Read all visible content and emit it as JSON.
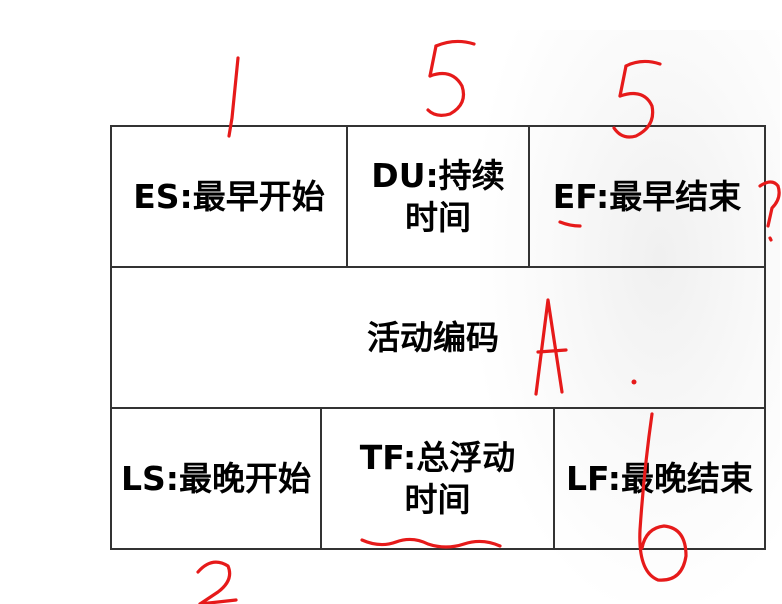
{
  "node": {
    "es": "ES:最早开始",
    "du_line1": "DU:持续",
    "du_line2": "时间",
    "ef": "EF:最早结束",
    "activity_code": "活动编码",
    "ls": "LS:最晚开始",
    "tf_line1": "TF:总浮动",
    "tf_line2": "时间",
    "lf": "LF:最晚结束"
  },
  "annotations": {
    "es_value": "1",
    "du_value": "5",
    "ef_value": "5",
    "activity_name": "A",
    "ls_value": "2",
    "lf_value": "6",
    "ef_side_mark": "?",
    "color": "#e61a1a"
  }
}
